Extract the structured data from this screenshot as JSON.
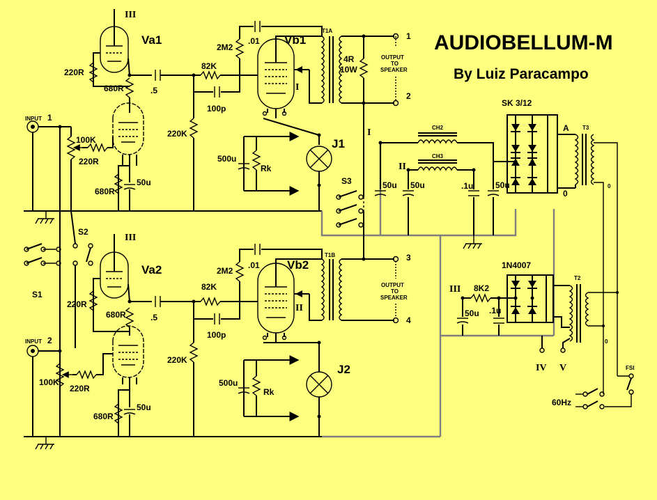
{
  "title": "AUDIOBELLUM-M",
  "subtitle": "By Luiz Paracampo",
  "colors": {
    "background": "#ffff7f",
    "ink": "#000000",
    "ground_bus": "#7f7f7f"
  },
  "tubes": {
    "va1": "Va1",
    "va2": "Va2",
    "vb1": "Vb1",
    "vb2": "Vb2"
  },
  "lamps": {
    "j1": "J1",
    "j2": "J2"
  },
  "switches": {
    "s1": "S1",
    "s2": "S2",
    "s3": "S3",
    "fs1": "FSI"
  },
  "inputs": {
    "in1_label": "INPUT",
    "in1_num": "1",
    "in2_label": "INPUT",
    "in2_num": "2"
  },
  "components": {
    "r_220R_a": "220R",
    "r_680R_a": "680R",
    "pot_100K_1": "100K",
    "r_220R_g1": "220R",
    "r_680R_k1": "680R",
    "c_50u_k1": "50u",
    "c_5_1": ".5",
    "r_220K_1": "220K",
    "r_2M2_1": "2M2",
    "c_01_1": ".01",
    "r_82K_1": "82K",
    "c_100p_1": "100p",
    "c_500u_1": "500u",
    "rk_1": "Rk",
    "t1a": "T1A",
    "r_4R": "4R",
    "r_10W": "10W",
    "out_1": "1",
    "out_2": "2",
    "out_label_1": "OUTPUT",
    "out_to_1": "TO",
    "out_spk_1": "SPEAKER",
    "r_220R_b": "220R",
    "r_680R_b": "680R",
    "pot_100K_2": "100K",
    "r_220R_g2": "220R",
    "r_680R_k2": "680R",
    "c_50u_k2": "50u",
    "c_5_2": ".5",
    "r_220K_2": "220K",
    "r_2M2_2": "2M2",
    "c_01_2": ".01",
    "r_82K_2": "82K",
    "c_100p_2": "100p",
    "c_500u_2": "500u",
    "rk_2": "Rk",
    "t1b": "T1B",
    "out_3": "3",
    "out_4": "4",
    "out_label_2": "OUTPUT",
    "out_to_2": "TO",
    "out_spk_2": "SPEAKER",
    "rect1": "SK 3/12",
    "ch2": "CH2",
    "ch3": "CH3",
    "c_50u_a": "50u",
    "c_50u_b": "50u",
    "c_1u_a": ".1u",
    "c_50u_c": "50u",
    "node_A": "A",
    "node_0": "0",
    "t3": "T3",
    "t3_0": "0",
    "rect2": "1N4007",
    "r_8K2": "8K2",
    "c_50u_d": "50u",
    "c_1u_b": ".1u",
    "t2": "T2",
    "t2_0": "0",
    "mains": "60Hz"
  },
  "supply_nodes": {
    "va1_b": "III",
    "va2_b": "III",
    "vb1_tap": "I",
    "vb2_tap": "II",
    "psu_I": "I",
    "psu_II": "II",
    "psu_III": "III",
    "psu_IV": "IV",
    "psu_V": "V"
  }
}
